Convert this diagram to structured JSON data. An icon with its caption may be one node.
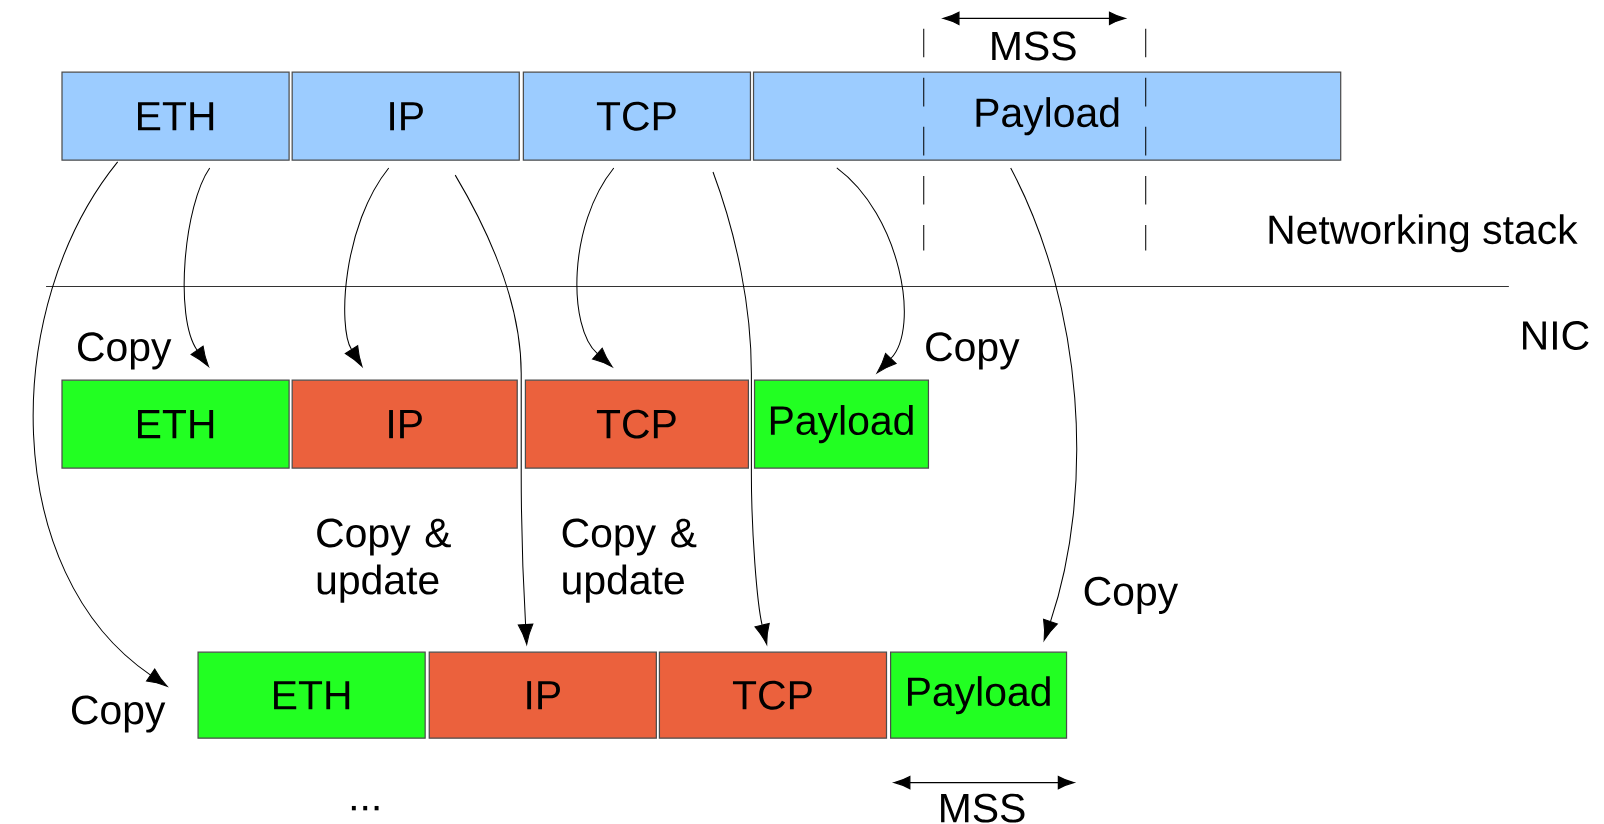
{
  "diagram": {
    "nodes": [
      {
        "text": [
          "ETH"
        ]
      },
      {
        "text": [
          "IP"
        ]
      },
      {
        "text": [
          "TCP"
        ]
      },
      {
        "text": [
          "Payload"
        ]
      },
      {
        "text": [
          "ETH"
        ]
      },
      {
        "text": [
          "IP"
        ]
      },
      {
        "text": [
          "TCP"
        ]
      },
      {
        "text": [
          "Payload"
        ]
      },
      {
        "text": [
          "ETH"
        ]
      },
      {
        "text": [
          "IP"
        ]
      },
      {
        "text": [
          "TCP"
        ]
      },
      {
        "text": [
          "Payload"
        ]
      }
    ],
    "edges": [
      {
        "from": 0,
        "to": 4,
        "arrow": "to",
        "label": "Copy"
      },
      {
        "from": 0,
        "to": 8,
        "arrow": "to",
        "label": "Copy"
      },
      {
        "from": 1,
        "to": 5,
        "arrow": "to"
      },
      {
        "from": 1,
        "to": 9,
        "arrow": "to",
        "label": "Copy & update"
      },
      {
        "from": 2,
        "to": 6,
        "arrow": "to"
      },
      {
        "from": 2,
        "to": 10,
        "arrow": "to",
        "label": "Copy & update"
      },
      {
        "from": 3,
        "to": 7,
        "arrow": "to",
        "label": "Copy"
      },
      {
        "from": 3,
        "to": 11,
        "arrow": "to",
        "label": "Copy"
      }
    ],
    "labels": [
      "MSS",
      "Networking stack",
      "NIC",
      "MSS",
      "..."
    ]
  }
}
